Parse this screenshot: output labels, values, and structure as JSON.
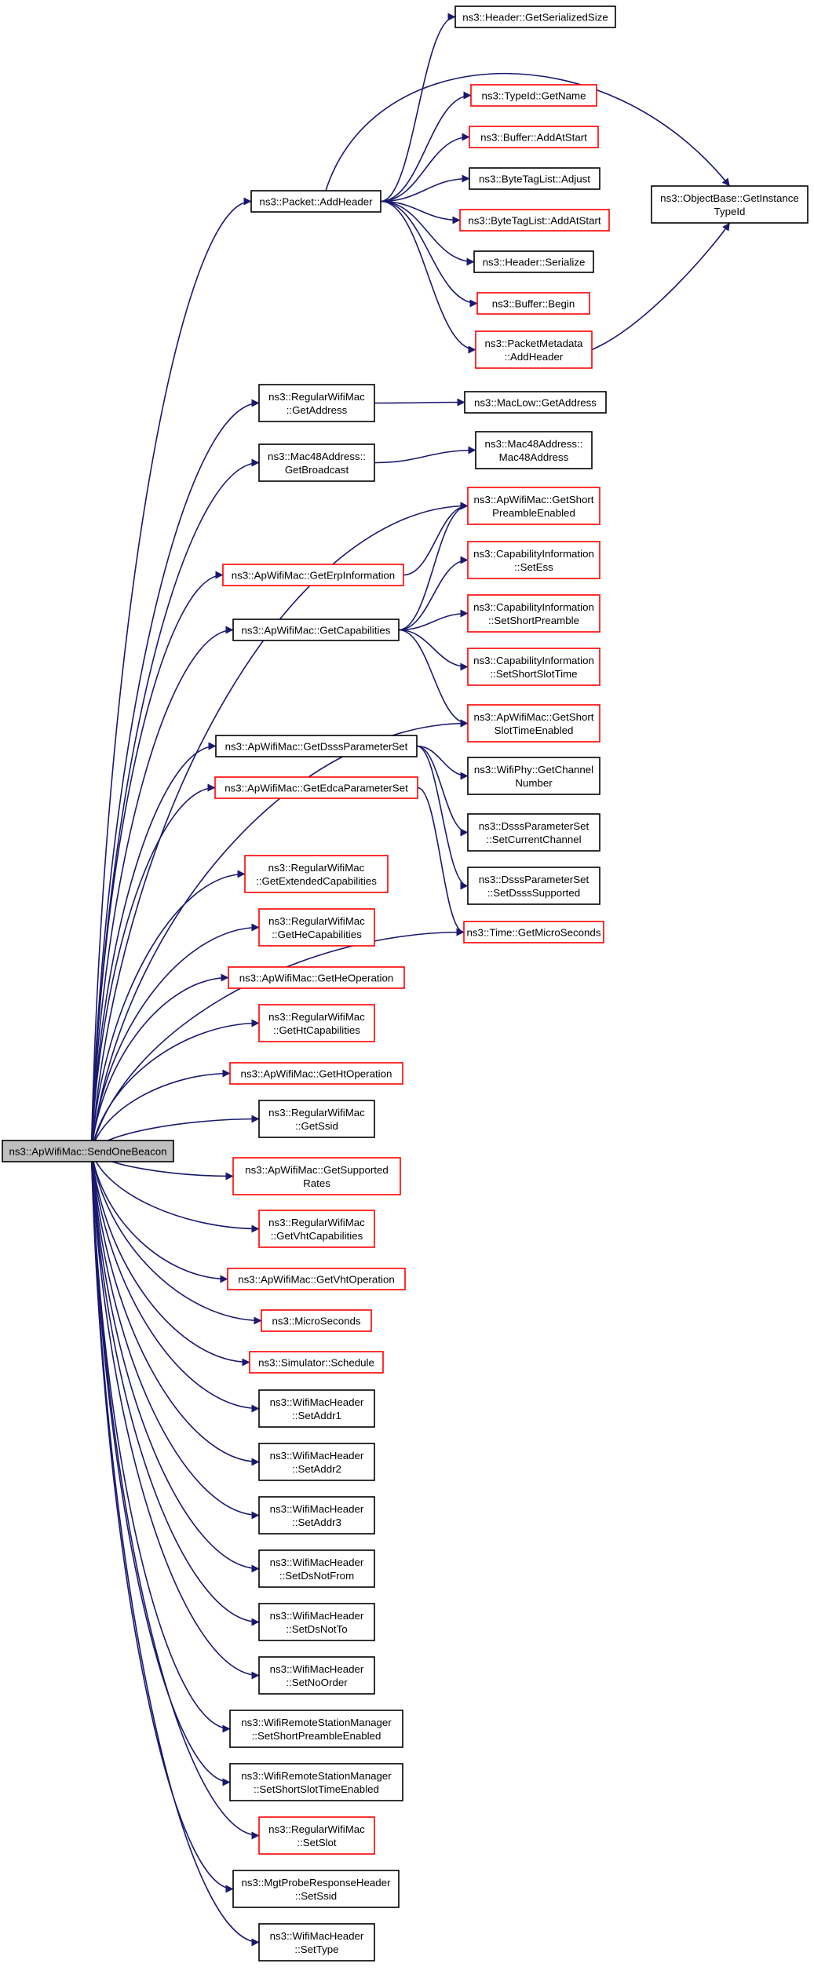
{
  "colors": {
    "edge": "#191970",
    "border_normal": "#000000",
    "border_truncated": "#ff0000",
    "root_fill": "#bfbfbf",
    "node_fill": "#ffffff"
  },
  "nodes": [
    {
      "id": "send-one-beacon",
      "lines": [
        "ns3::ApWifiMac::SendOneBeacon"
      ],
      "style": "root"
    },
    {
      "id": "packet-add-header",
      "lines": [
        "ns3::Packet::AddHeader"
      ],
      "style": "normal"
    },
    {
      "id": "header-get-serialized-size",
      "lines": [
        "ns3::Header::GetSerializedSize"
      ],
      "style": "normal"
    },
    {
      "id": "typeid-get-name",
      "lines": [
        "ns3::TypeId::GetName"
      ],
      "style": "truncated"
    },
    {
      "id": "buffer-add-at-start",
      "lines": [
        "ns3::Buffer::AddAtStart"
      ],
      "style": "truncated"
    },
    {
      "id": "byte-tag-list-adjust",
      "lines": [
        "ns3::ByteTagList::Adjust"
      ],
      "style": "normal"
    },
    {
      "id": "byte-tag-list-add-at-start",
      "lines": [
        "ns3::ByteTagList::AddAtStart"
      ],
      "style": "truncated"
    },
    {
      "id": "header-serialize",
      "lines": [
        "ns3::Header::Serialize"
      ],
      "style": "normal"
    },
    {
      "id": "buffer-begin",
      "lines": [
        "ns3::Buffer::Begin"
      ],
      "style": "truncated"
    },
    {
      "id": "packet-metadata-add-header",
      "lines": [
        "ns3::PacketMetadata",
        "::AddHeader"
      ],
      "style": "truncated"
    },
    {
      "id": "object-base-get-instance-typeid",
      "lines": [
        "ns3::ObjectBase::GetInstance",
        "TypeId"
      ],
      "style": "normal"
    },
    {
      "id": "regular-wifi-mac-get-address",
      "lines": [
        "ns3::RegularWifiMac",
        "::GetAddress"
      ],
      "style": "normal"
    },
    {
      "id": "mac-low-get-address",
      "lines": [
        "ns3::MacLow::GetAddress"
      ],
      "style": "normal"
    },
    {
      "id": "mac48-get-broadcast",
      "lines": [
        "ns3::Mac48Address::",
        "GetBroadcast"
      ],
      "style": "normal"
    },
    {
      "id": "mac48-ctor",
      "lines": [
        "ns3::Mac48Address::",
        "Mac48Address"
      ],
      "style": "normal"
    },
    {
      "id": "ap-get-short-preamble-enabled",
      "lines": [
        "ns3::ApWifiMac::GetShort",
        "PreambleEnabled"
      ],
      "style": "truncated"
    },
    {
      "id": "ap-get-erp-information",
      "lines": [
        "ns3::ApWifiMac::GetErpInformation"
      ],
      "style": "truncated"
    },
    {
      "id": "ap-get-capabilities",
      "lines": [
        "ns3::ApWifiMac::GetCapabilities"
      ],
      "style": "normal"
    },
    {
      "id": "cap-info-set-ess",
      "lines": [
        "ns3::CapabilityInformation",
        "::SetEss"
      ],
      "style": "truncated"
    },
    {
      "id": "cap-info-set-short-preamble",
      "lines": [
        "ns3::CapabilityInformation",
        "::SetShortPreamble"
      ],
      "style": "truncated"
    },
    {
      "id": "cap-info-set-short-slot-time",
      "lines": [
        "ns3::CapabilityInformation",
        "::SetShortSlotTime"
      ],
      "style": "truncated"
    },
    {
      "id": "ap-get-short-slot-time-enabled",
      "lines": [
        "ns3::ApWifiMac::GetShort",
        "SlotTimeEnabled"
      ],
      "style": "truncated"
    },
    {
      "id": "ap-get-dsss-parameter-set",
      "lines": [
        "ns3::ApWifiMac::GetDsssParameterSet"
      ],
      "style": "normal"
    },
    {
      "id": "wifi-phy-get-channel-number",
      "lines": [
        "ns3::WifiPhy::GetChannel",
        "Number"
      ],
      "style": "normal"
    },
    {
      "id": "dsss-set-current-channel",
      "lines": [
        "ns3::DsssParameterSet",
        "::SetCurrentChannel"
      ],
      "style": "normal"
    },
    {
      "id": "dsss-set-dsss-supported",
      "lines": [
        "ns3::DsssParameterSet",
        "::SetDsssSupported"
      ],
      "style": "normal"
    },
    {
      "id": "ap-get-edca-parameter-set",
      "lines": [
        "ns3::ApWifiMac::GetEdcaParameterSet"
      ],
      "style": "truncated"
    },
    {
      "id": "time-get-micro-seconds",
      "lines": [
        "ns3::Time::GetMicroSeconds"
      ],
      "style": "truncated"
    },
    {
      "id": "regular-get-extended-capabilities",
      "lines": [
        "ns3::RegularWifiMac",
        "::GetExtendedCapabilities"
      ],
      "style": "truncated"
    },
    {
      "id": "regular-get-he-capabilities",
      "lines": [
        "ns3::RegularWifiMac",
        "::GetHeCapabilities"
      ],
      "style": "truncated"
    },
    {
      "id": "ap-get-he-operation",
      "lines": [
        "ns3::ApWifiMac::GetHeOperation"
      ],
      "style": "truncated"
    },
    {
      "id": "regular-get-ht-capabilities",
      "lines": [
        "ns3::RegularWifiMac",
        "::GetHtCapabilities"
      ],
      "style": "truncated"
    },
    {
      "id": "ap-get-ht-operation",
      "lines": [
        "ns3::ApWifiMac::GetHtOperation"
      ],
      "style": "truncated"
    },
    {
      "id": "regular-get-ssid",
      "lines": [
        "ns3::RegularWifiMac",
        "::GetSsid"
      ],
      "style": "normal"
    },
    {
      "id": "ap-get-supported-rates",
      "lines": [
        "ns3::ApWifiMac::GetSupported",
        "Rates"
      ],
      "style": "truncated"
    },
    {
      "id": "regular-get-vht-capabilities",
      "lines": [
        "ns3::RegularWifiMac",
        "::GetVhtCapabilities"
      ],
      "style": "truncated"
    },
    {
      "id": "ap-get-vht-operation",
      "lines": [
        "ns3::ApWifiMac::GetVhtOperation"
      ],
      "style": "truncated"
    },
    {
      "id": "micro-seconds",
      "lines": [
        "ns3::MicroSeconds"
      ],
      "style": "truncated"
    },
    {
      "id": "simulator-schedule",
      "lines": [
        "ns3::Simulator::Schedule"
      ],
      "style": "truncated"
    },
    {
      "id": "header-set-addr1",
      "lines": [
        "ns3::WifiMacHeader",
        "::SetAddr1"
      ],
      "style": "normal"
    },
    {
      "id": "header-set-addr2",
      "lines": [
        "ns3::WifiMacHeader",
        "::SetAddr2"
      ],
      "style": "normal"
    },
    {
      "id": "header-set-addr3",
      "lines": [
        "ns3::WifiMacHeader",
        "::SetAddr3"
      ],
      "style": "normal"
    },
    {
      "id": "header-set-ds-not-from",
      "lines": [
        "ns3::WifiMacHeader",
        "::SetDsNotFrom"
      ],
      "style": "normal"
    },
    {
      "id": "header-set-ds-not-to",
      "lines": [
        "ns3::WifiMacHeader",
        "::SetDsNotTo"
      ],
      "style": "normal"
    },
    {
      "id": "header-set-no-order",
      "lines": [
        "ns3::WifiMacHeader",
        "::SetNoOrder"
      ],
      "style": "normal"
    },
    {
      "id": "rsm-set-short-preamble-enabled",
      "lines": [
        "ns3::WifiRemoteStationManager",
        "::SetShortPreambleEnabled"
      ],
      "style": "normal"
    },
    {
      "id": "rsm-set-short-slot-time-enabled",
      "lines": [
        "ns3::WifiRemoteStationManager",
        "::SetShortSlotTimeEnabled"
      ],
      "style": "normal"
    },
    {
      "id": "regular-set-slot",
      "lines": [
        "ns3::RegularWifiMac",
        "::SetSlot"
      ],
      "style": "truncated"
    },
    {
      "id": "probe-resp-set-ssid",
      "lines": [
        "ns3::MgtProbeResponseHeader",
        "::SetSsid"
      ],
      "style": "normal"
    },
    {
      "id": "header-set-type",
      "lines": [
        "ns3::WifiMacHeader",
        "::SetType"
      ],
      "style": "normal"
    }
  ],
  "edges": [
    [
      "send-one-beacon",
      "packet-add-header"
    ],
    [
      "packet-add-header",
      "header-get-serialized-size"
    ],
    [
      "packet-add-header",
      "object-base-get-instance-typeid"
    ],
    [
      "packet-add-header",
      "typeid-get-name"
    ],
    [
      "packet-add-header",
      "buffer-add-at-start"
    ],
    [
      "packet-add-header",
      "byte-tag-list-adjust"
    ],
    [
      "packet-add-header",
      "byte-tag-list-add-at-start"
    ],
    [
      "packet-add-header",
      "header-serialize"
    ],
    [
      "packet-add-header",
      "buffer-begin"
    ],
    [
      "packet-add-header",
      "packet-metadata-add-header"
    ],
    [
      "packet-metadata-add-header",
      "object-base-get-instance-typeid"
    ],
    [
      "send-one-beacon",
      "regular-wifi-mac-get-address"
    ],
    [
      "regular-wifi-mac-get-address",
      "mac-low-get-address"
    ],
    [
      "send-one-beacon",
      "mac48-get-broadcast"
    ],
    [
      "mac48-get-broadcast",
      "mac48-ctor"
    ],
    [
      "send-one-beacon",
      "ap-get-short-preamble-enabled"
    ],
    [
      "send-one-beacon",
      "ap-get-capabilities"
    ],
    [
      "ap-get-erp-information",
      "ap-get-short-preamble-enabled"
    ],
    [
      "ap-get-capabilities",
      "ap-get-short-preamble-enabled"
    ],
    [
      "ap-get-capabilities",
      "cap-info-set-ess"
    ],
    [
      "ap-get-capabilities",
      "cap-info-set-short-preamble"
    ],
    [
      "ap-get-capabilities",
      "cap-info-set-short-slot-time"
    ],
    [
      "ap-get-capabilities",
      "ap-get-short-slot-time-enabled"
    ],
    [
      "send-one-beacon",
      "ap-get-short-slot-time-enabled"
    ],
    [
      "send-one-beacon",
      "ap-get-erp-information"
    ],
    [
      "send-one-beacon",
      "ap-get-dsss-parameter-set"
    ],
    [
      "ap-get-dsss-parameter-set",
      "wifi-phy-get-channel-number"
    ],
    [
      "ap-get-dsss-parameter-set",
      "dsss-set-current-channel"
    ],
    [
      "ap-get-dsss-parameter-set",
      "dsss-set-dsss-supported"
    ],
    [
      "send-one-beacon",
      "ap-get-edca-parameter-set"
    ],
    [
      "ap-get-edca-parameter-set",
      "time-get-micro-seconds"
    ],
    [
      "send-one-beacon",
      "time-get-micro-seconds"
    ],
    [
      "send-one-beacon",
      "regular-get-extended-capabilities"
    ],
    [
      "send-one-beacon",
      "regular-get-he-capabilities"
    ],
    [
      "send-one-beacon",
      "ap-get-he-operation"
    ],
    [
      "send-one-beacon",
      "regular-get-ht-capabilities"
    ],
    [
      "send-one-beacon",
      "ap-get-ht-operation"
    ],
    [
      "send-one-beacon",
      "regular-get-ssid"
    ],
    [
      "send-one-beacon",
      "ap-get-supported-rates"
    ],
    [
      "send-one-beacon",
      "regular-get-vht-capabilities"
    ],
    [
      "send-one-beacon",
      "ap-get-vht-operation"
    ],
    [
      "send-one-beacon",
      "micro-seconds"
    ],
    [
      "send-one-beacon",
      "simulator-schedule"
    ],
    [
      "send-one-beacon",
      "header-set-addr1"
    ],
    [
      "send-one-beacon",
      "header-set-addr2"
    ],
    [
      "send-one-beacon",
      "header-set-addr3"
    ],
    [
      "send-one-beacon",
      "header-set-ds-not-from"
    ],
    [
      "send-one-beacon",
      "header-set-ds-not-to"
    ],
    [
      "send-one-beacon",
      "header-set-no-order"
    ],
    [
      "send-one-beacon",
      "rsm-set-short-preamble-enabled"
    ],
    [
      "send-one-beacon",
      "rsm-set-short-slot-time-enabled"
    ],
    [
      "send-one-beacon",
      "regular-set-slot"
    ],
    [
      "send-one-beacon",
      "probe-resp-set-ssid"
    ],
    [
      "send-one-beacon",
      "header-set-type"
    ]
  ]
}
